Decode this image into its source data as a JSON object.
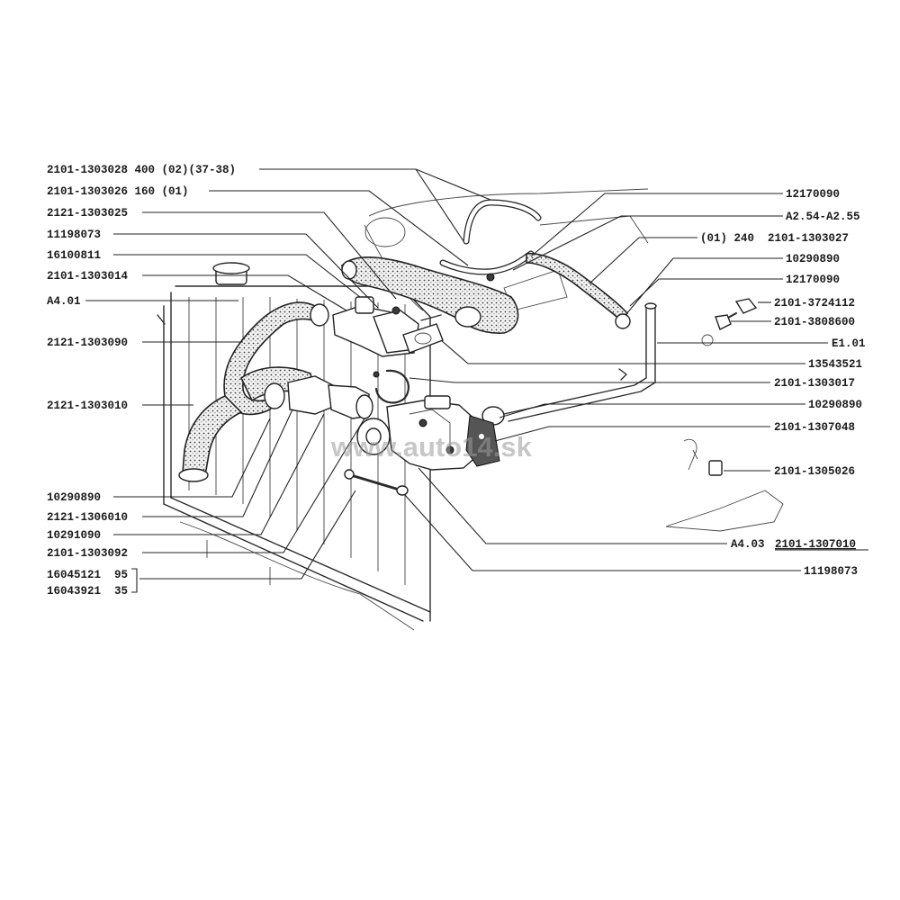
{
  "watermark": "www.auto14.sk",
  "callouts": {
    "left": [
      "2101-1303028 400 (02)(37-38)",
      "2101-1303026 160 (01)",
      "2121-1303025",
      "11198073",
      "16100811",
      "2101-1303014",
      "A4.01",
      "2121-1303090",
      "2121-1303010",
      "10290890",
      "2121-1306010",
      "10291090",
      "2101-1303092",
      "16045121  95",
      "16043921  35"
    ],
    "right": [
      "12170090",
      "A2.54-A2.55",
      "(01) 240  2101-1303027",
      "10290890",
      "12170090",
      "2101-3724112",
      "2101-3808600",
      "E1.01",
      "13543521",
      "2101-1303017",
      "10290890",
      "2101-1307048",
      "2101-1305026",
      "A4.03",
      "2101-1307010",
      "11198073"
    ]
  },
  "icons": [
    "radiator",
    "coolant-hoses",
    "thermostat",
    "water-pump",
    "bypass-pipe",
    "temperature-sender",
    "drain-plug"
  ]
}
